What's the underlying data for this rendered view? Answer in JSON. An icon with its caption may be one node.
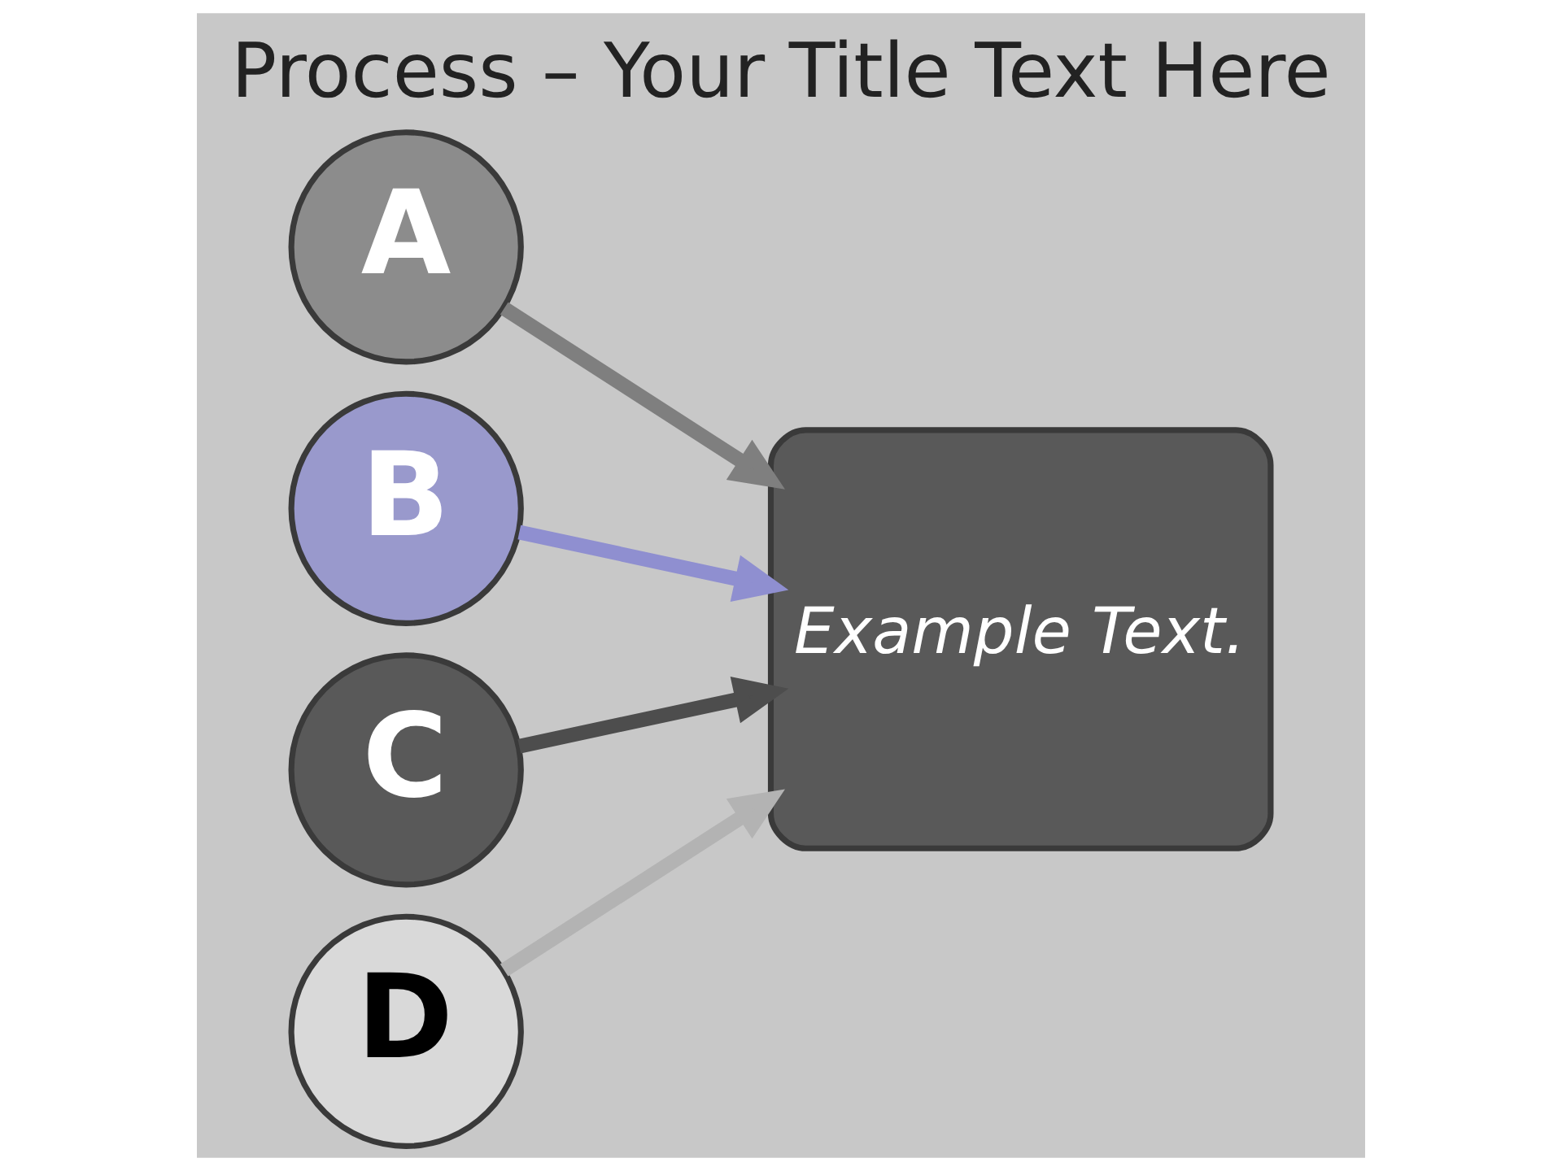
{
  "diagram": {
    "title": "Process – Your Title Text Here",
    "nodes": [
      {
        "text": [
          "A"
        ]
      },
      {
        "text": [
          "B"
        ]
      },
      {
        "text": [
          "C"
        ]
      },
      {
        "text": [
          "D"
        ]
      },
      {
        "text": [
          "Example Text."
        ]
      }
    ],
    "edges": [
      {
        "from": 0,
        "to": 4,
        "arrow": "to",
        "color": "#7f7f7f"
      },
      {
        "from": 1,
        "to": 4,
        "arrow": "to",
        "color": "#8f8fd0"
      },
      {
        "from": 2,
        "to": 4,
        "arrow": "to",
        "color": "#4d4d4d"
      },
      {
        "from": 3,
        "to": 4,
        "arrow": "to",
        "color": "#b3b3b3"
      }
    ]
  }
}
